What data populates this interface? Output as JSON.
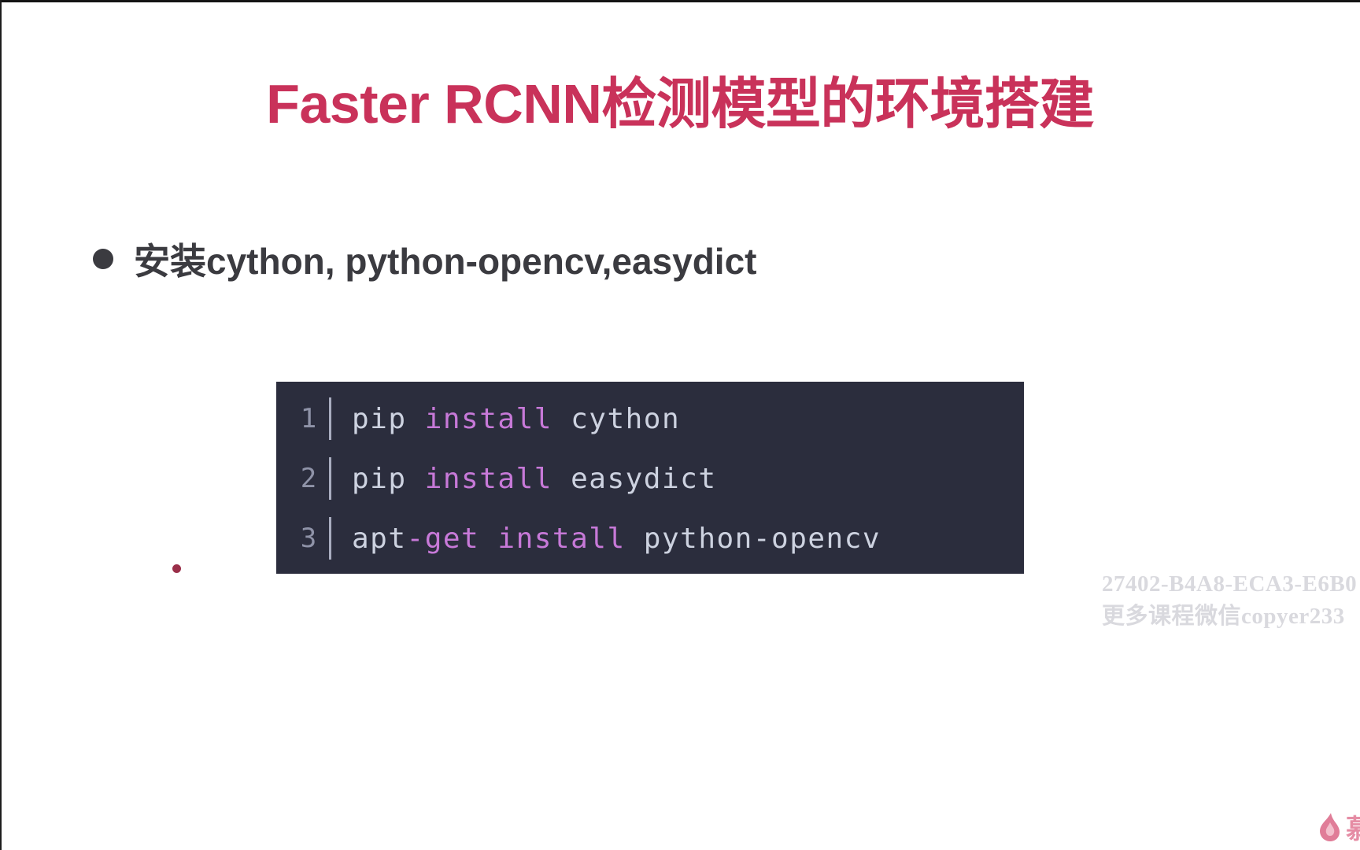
{
  "slide": {
    "title": "Faster RCNN检测模型的环境搭建",
    "title_color": "#C9325A",
    "background_color": "#ffffff"
  },
  "bullets": [
    {
      "marker": "filled-circle",
      "text": "安装cython, python-opencv,easydict",
      "color": "#3b3b40"
    }
  ],
  "code_block": {
    "background_color": "#2b2d3d",
    "plain_color": "#cdd2e0",
    "keyword_color": "#c779d8",
    "line_number_color": "#8f93a8",
    "lines": [
      {
        "number": "1",
        "text": "pip install cython",
        "tokens": [
          {
            "text": "pip ",
            "style": "plain"
          },
          {
            "text": "install",
            "style": "keyword"
          },
          {
            "text": " cython",
            "style": "plain"
          }
        ]
      },
      {
        "number": "2",
        "text": "pip install easydict",
        "tokens": [
          {
            "text": "pip ",
            "style": "plain"
          },
          {
            "text": "install",
            "style": "keyword"
          },
          {
            "text": " easydict",
            "style": "plain"
          }
        ]
      },
      {
        "number": "3",
        "text": "apt-get install python-opencv",
        "tokens": [
          {
            "text": "apt",
            "style": "plain"
          },
          {
            "text": "-get ",
            "style": "keyword"
          },
          {
            "text": "install",
            "style": "keyword"
          },
          {
            "text": " python-opencv",
            "style": "plain"
          }
        ]
      }
    ]
  },
  "watermark": {
    "line1": "27402-B4A8-ECA3-E6B0",
    "line2": "更多课程微信copyer233",
    "color": "#d9d9de"
  },
  "brand": {
    "name": "慕",
    "icon": "flame-icon",
    "color": "#e58ca4"
  },
  "annotation_dot": {
    "color": "#8c1230"
  }
}
